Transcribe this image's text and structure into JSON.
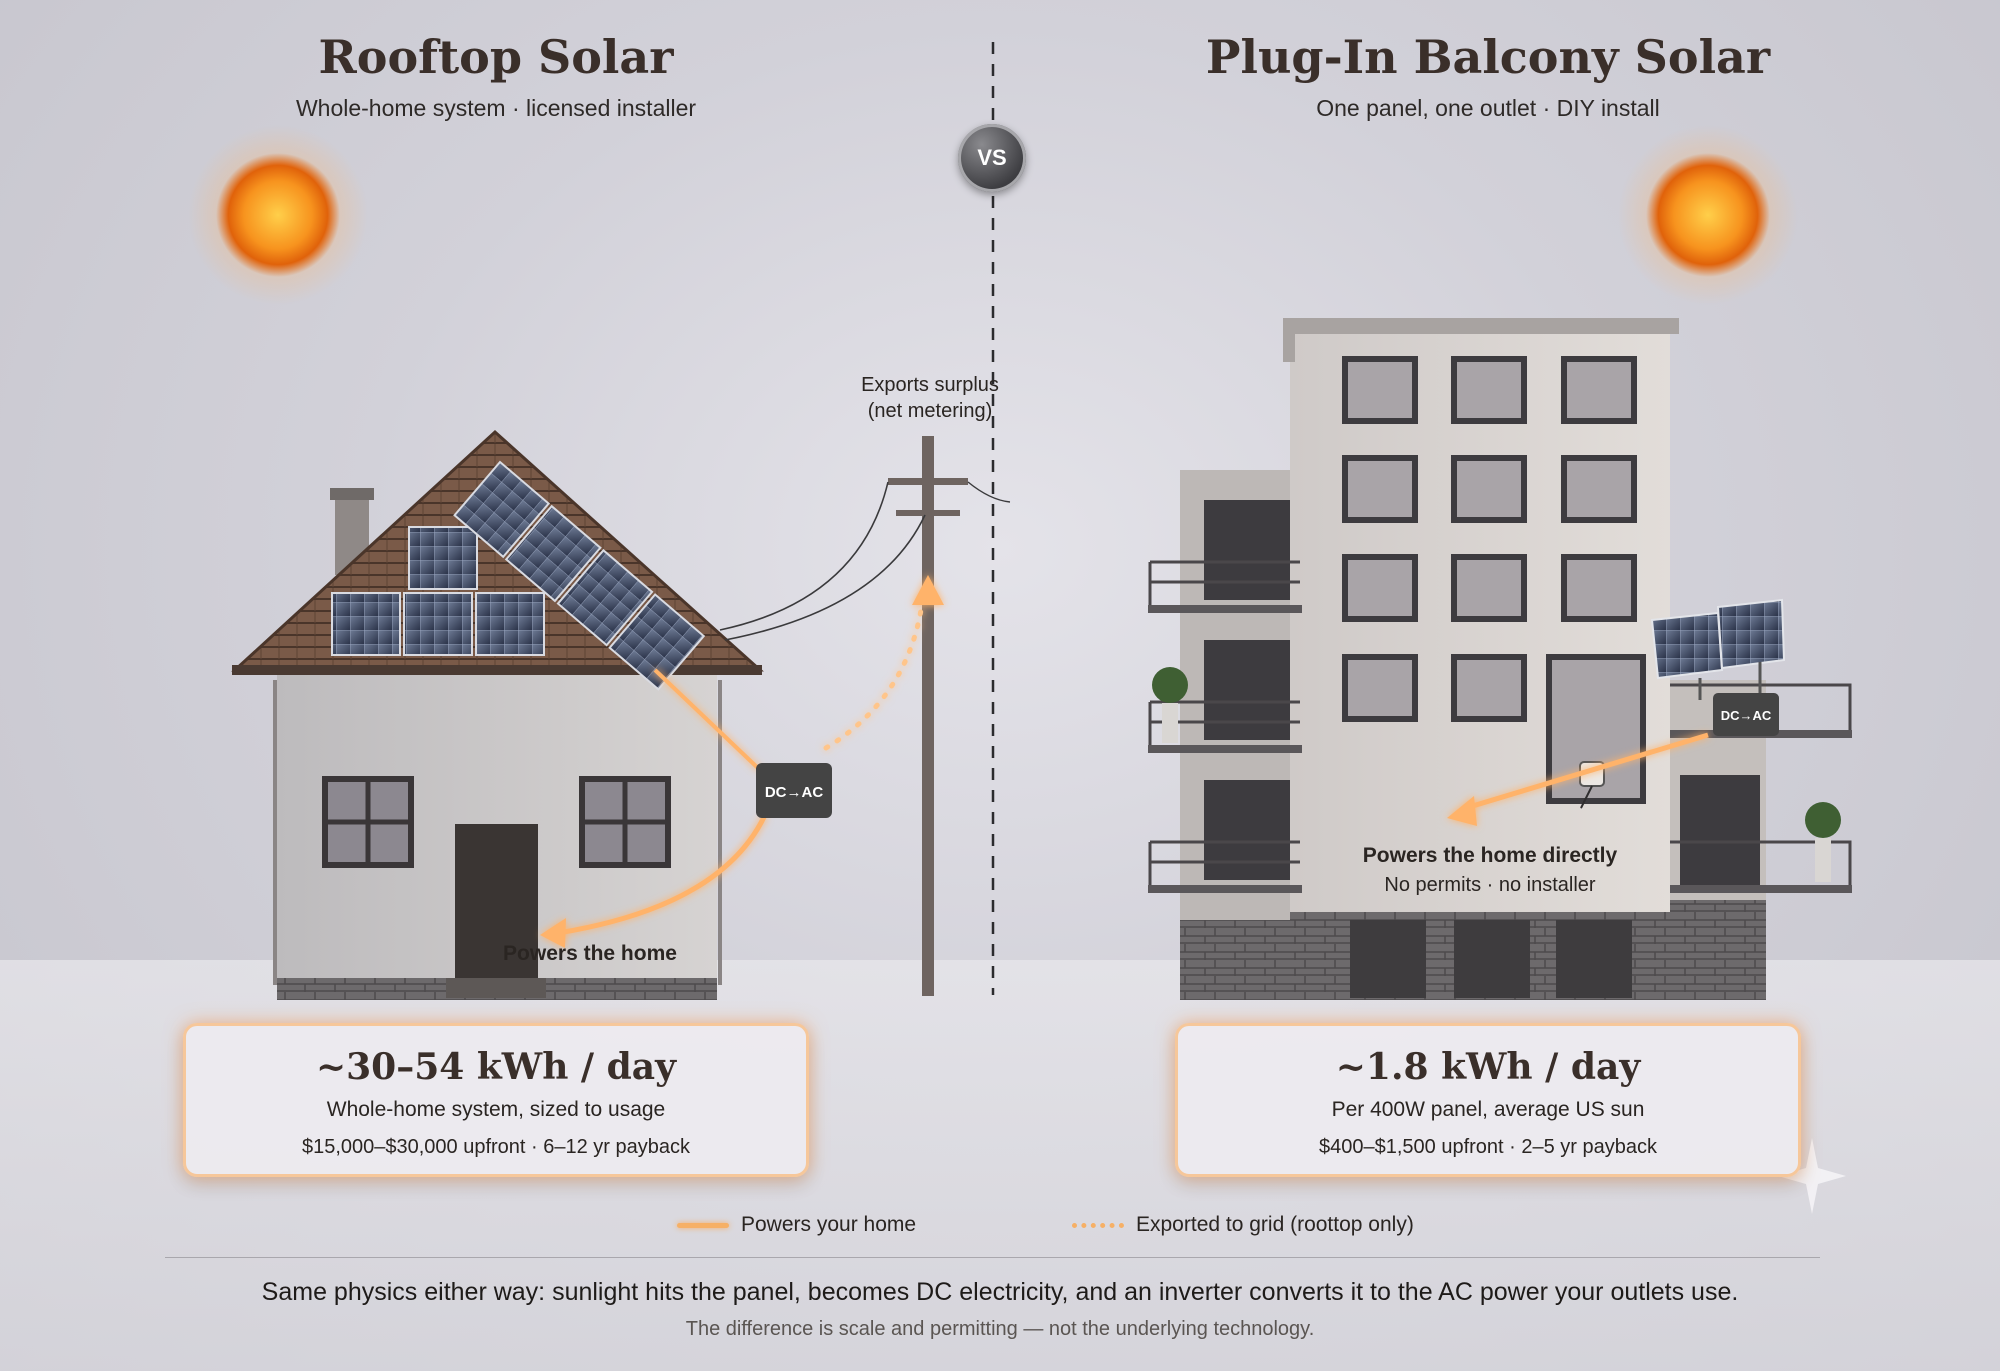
{
  "left": {
    "title": "Rooftop Solar",
    "subtitle": "Whole-home system · licensed installer",
    "inverter_label": "DC→AC",
    "flow_label": "Powers the home",
    "export_label_line1": "Exports surplus",
    "export_label_line2": "(net metering)",
    "card": {
      "main": "~30–54 kWh / day",
      "sub": "Whole-home system, sized to usage",
      "cost": "$15,000–$30,000 upfront · 6–12 yr payback"
    }
  },
  "vs_label": "VS",
  "right": {
    "title": "Plug-In Balcony Solar",
    "subtitle": "One panel, one outlet · DIY install",
    "inverter_label": "DC→AC",
    "flow_label": "Powers the home directly",
    "flow_sublabel": "No permits · no installer",
    "card": {
      "main": "~1.8 kWh / day",
      "sub": "Per 400W panel, average US sun",
      "cost": "$400–$1,500 upfront · 2–5 yr payback"
    }
  },
  "legend": {
    "solid": "Powers your home",
    "dotted": "Exported to grid (roottop only)"
  },
  "footer": {
    "line1": "Same physics either way: sunlight hits the panel, becomes DC electricity, and an inverter converts it to the AC power your outlets use.",
    "line2": "The difference is scale and permitting — not the underlying technology."
  },
  "colors": {
    "glow": "#f6a24e",
    "sun": "#f7931e",
    "title": "#3a2f2a"
  }
}
